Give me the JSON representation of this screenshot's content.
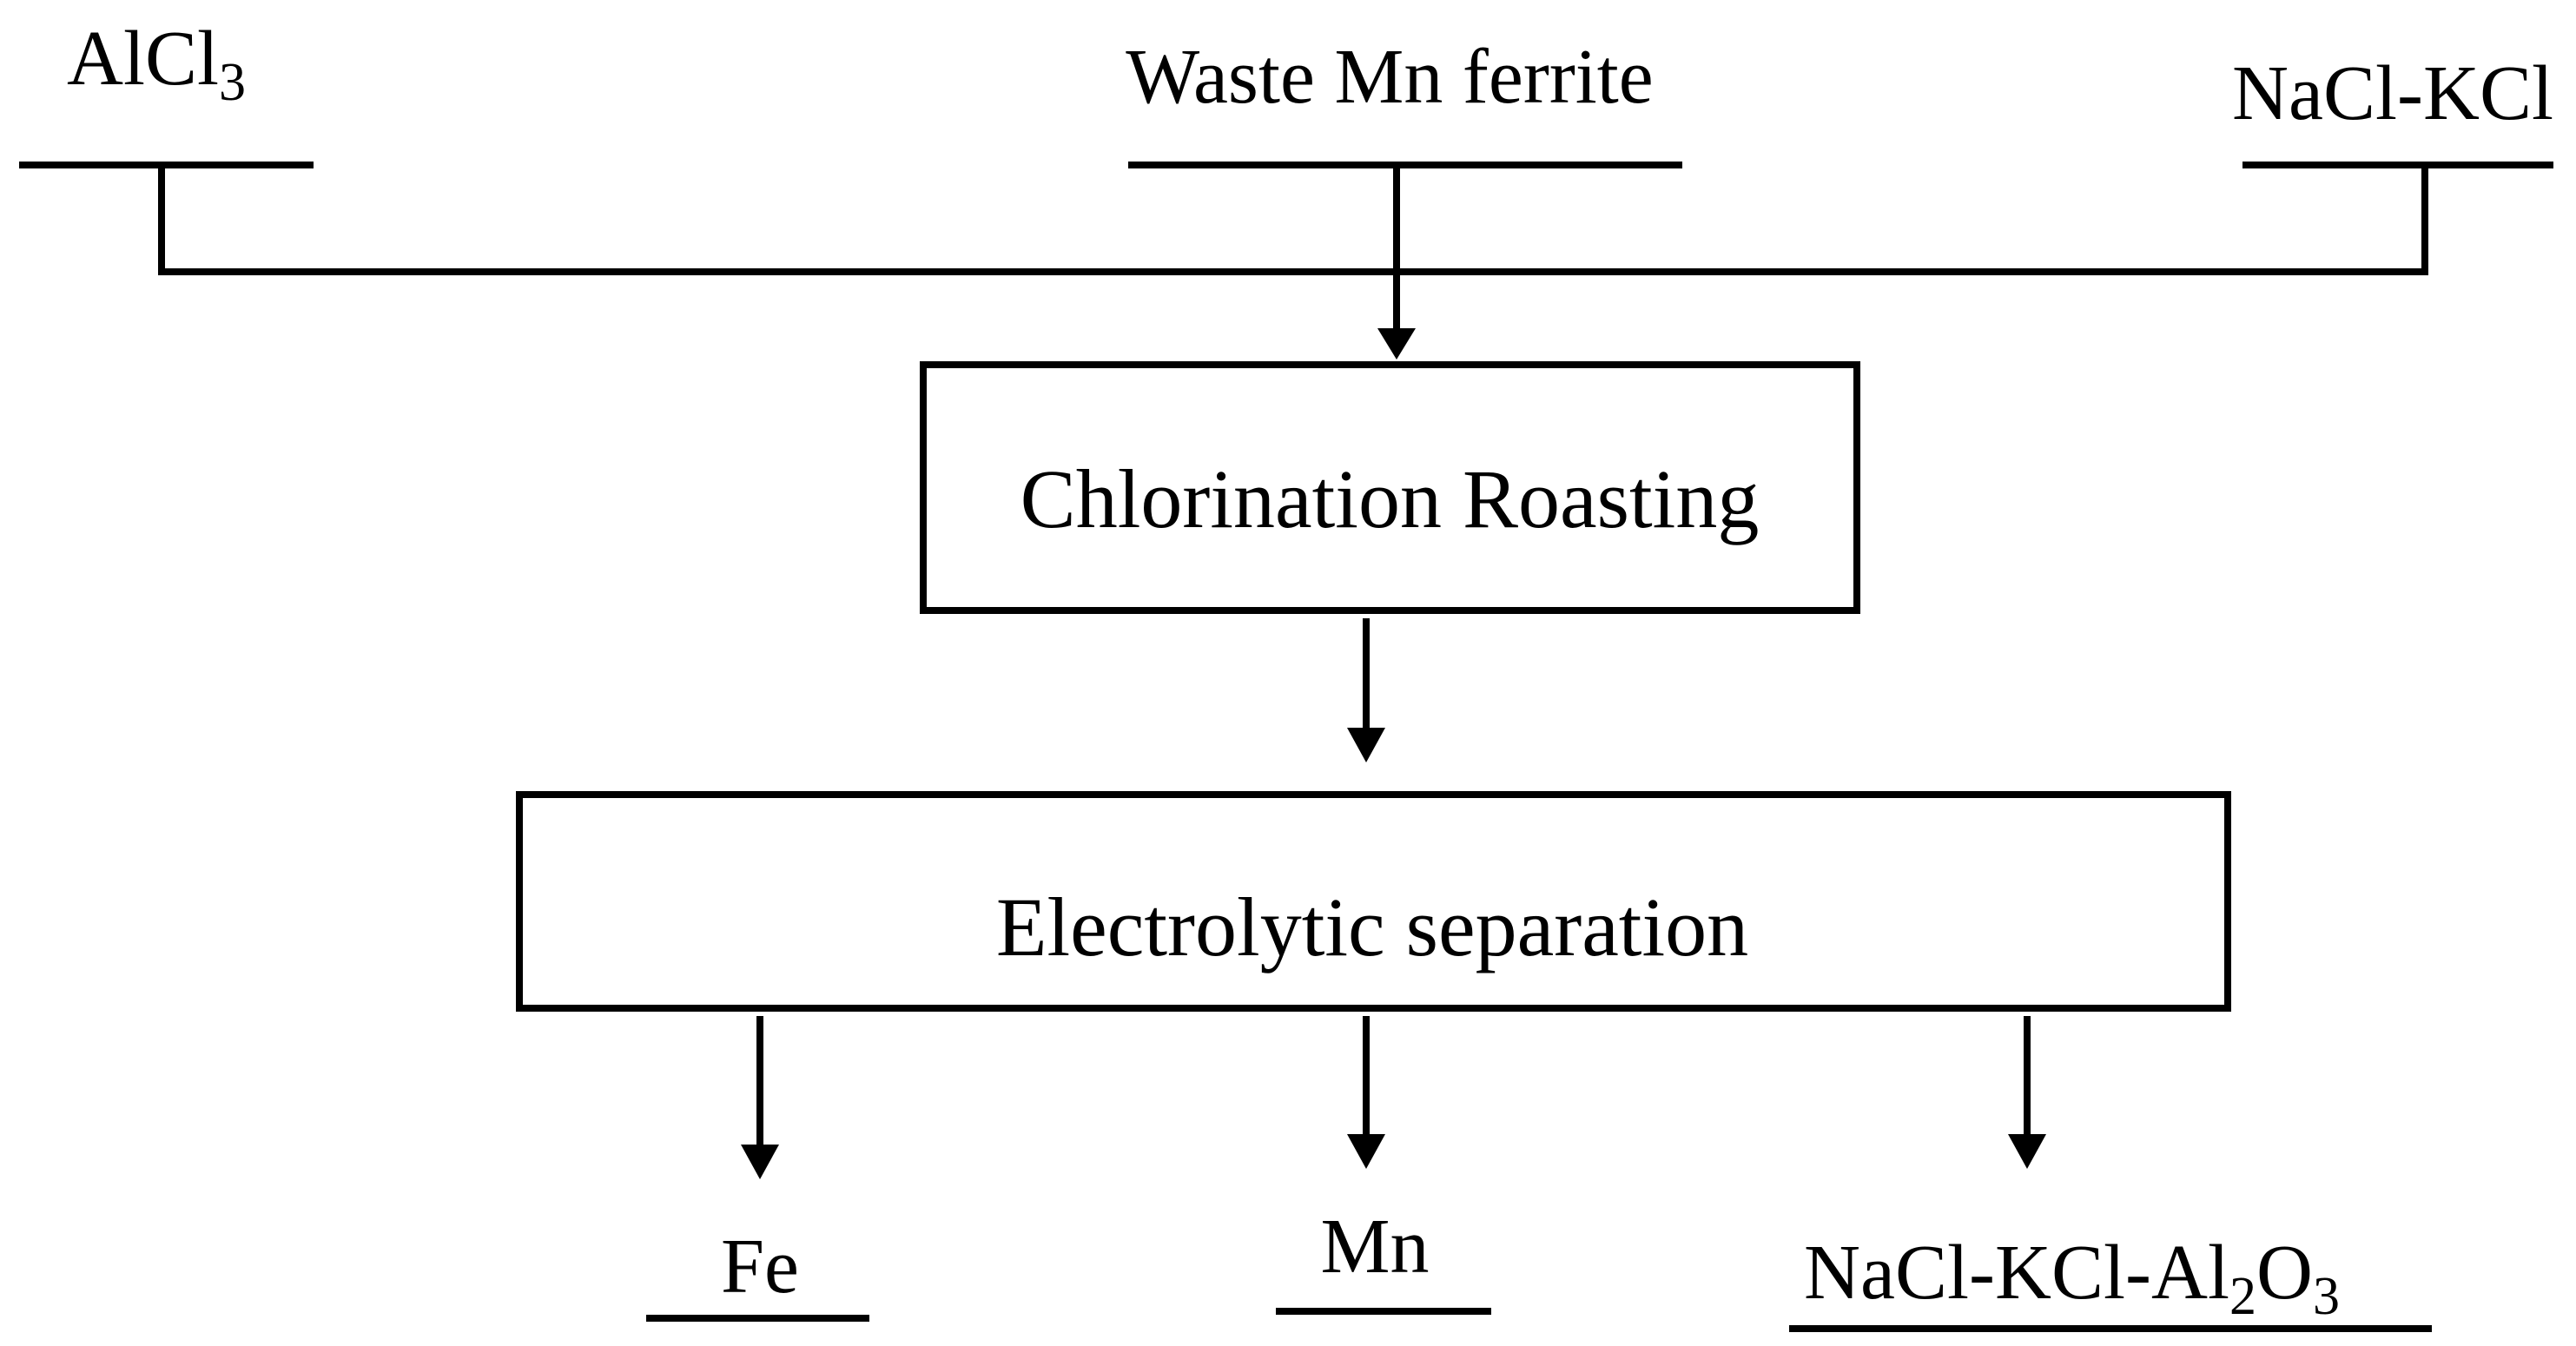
{
  "inputs": {
    "alcl3": {
      "base": "AlCl",
      "sub": "3"
    },
    "waste": "Waste Mn ferrite",
    "salt": "NaCl-KCl"
  },
  "process": {
    "roasting": "Chlorination Roasting",
    "separation": "Electrolytic separation"
  },
  "outputs": {
    "fe": "Fe",
    "mn": "Mn",
    "salt_alumina": {
      "a": "NaCl-KCl-Al",
      "b": "2",
      "c": "O",
      "d": "3"
    }
  }
}
